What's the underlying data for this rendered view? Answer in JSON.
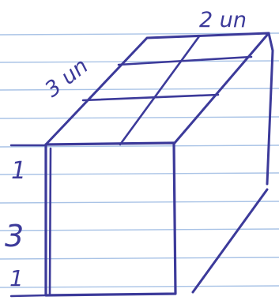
{
  "colors": {
    "paper": "#ffffff",
    "ruled_line": "#a9c3e6",
    "ink": "#3c3a9a"
  },
  "labels": {
    "top_right_edge": "2 un",
    "top_left_edge": "3 un",
    "left_segment_top": "1",
    "left_segment_middle": "3",
    "left_segment_bottom": "1"
  }
}
